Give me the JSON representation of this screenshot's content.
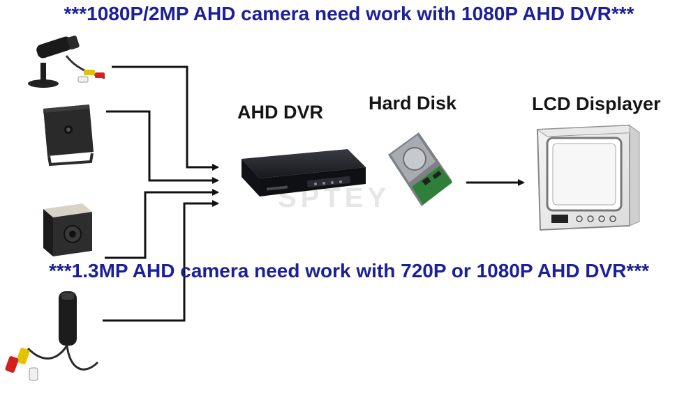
{
  "captions": {
    "top": "***1080P/2MP AHD camera need work with 1080P AHD DVR***",
    "bottom": "***1.3MP AHD camera need work with 720P or 1080P AHD DVR***"
  },
  "devices": {
    "dvr_label": "AHD DVR",
    "disk_label": "Hard Disk",
    "lcd_label": "LCD Displayer"
  },
  "watermark": "SPTEY",
  "colors": {
    "caption": "#1b1f9a",
    "label": "#151515",
    "wire": "#111111",
    "dvr_body": "#1c1d22",
    "pcb": "#2f7f3a"
  },
  "icons": [
    "bullet-camera-icon",
    "square-pinhole-camera-icon",
    "cube-pinhole-camera-icon",
    "tube-camera-icon",
    "dvr-recorder-icon",
    "hard-disk-icon",
    "lcd-monitor-icon"
  ]
}
